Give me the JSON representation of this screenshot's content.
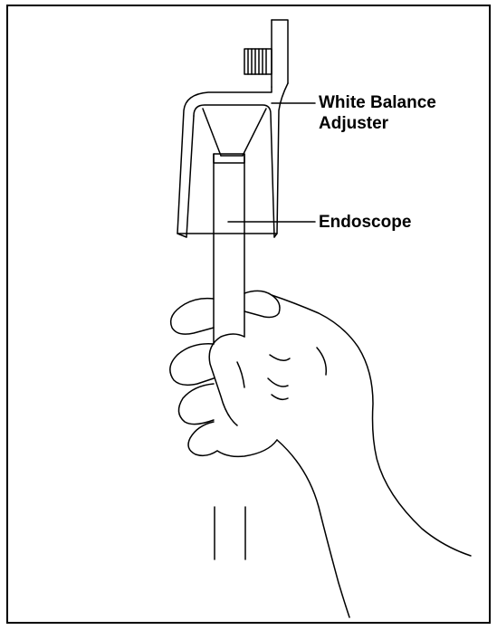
{
  "labels": {
    "white_balance_adjuster_line1": "White Balance",
    "white_balance_adjuster_line2": "Adjuster",
    "endoscope": "Endoscope"
  },
  "colors": {
    "line": "#000000",
    "background": "#ffffff"
  }
}
